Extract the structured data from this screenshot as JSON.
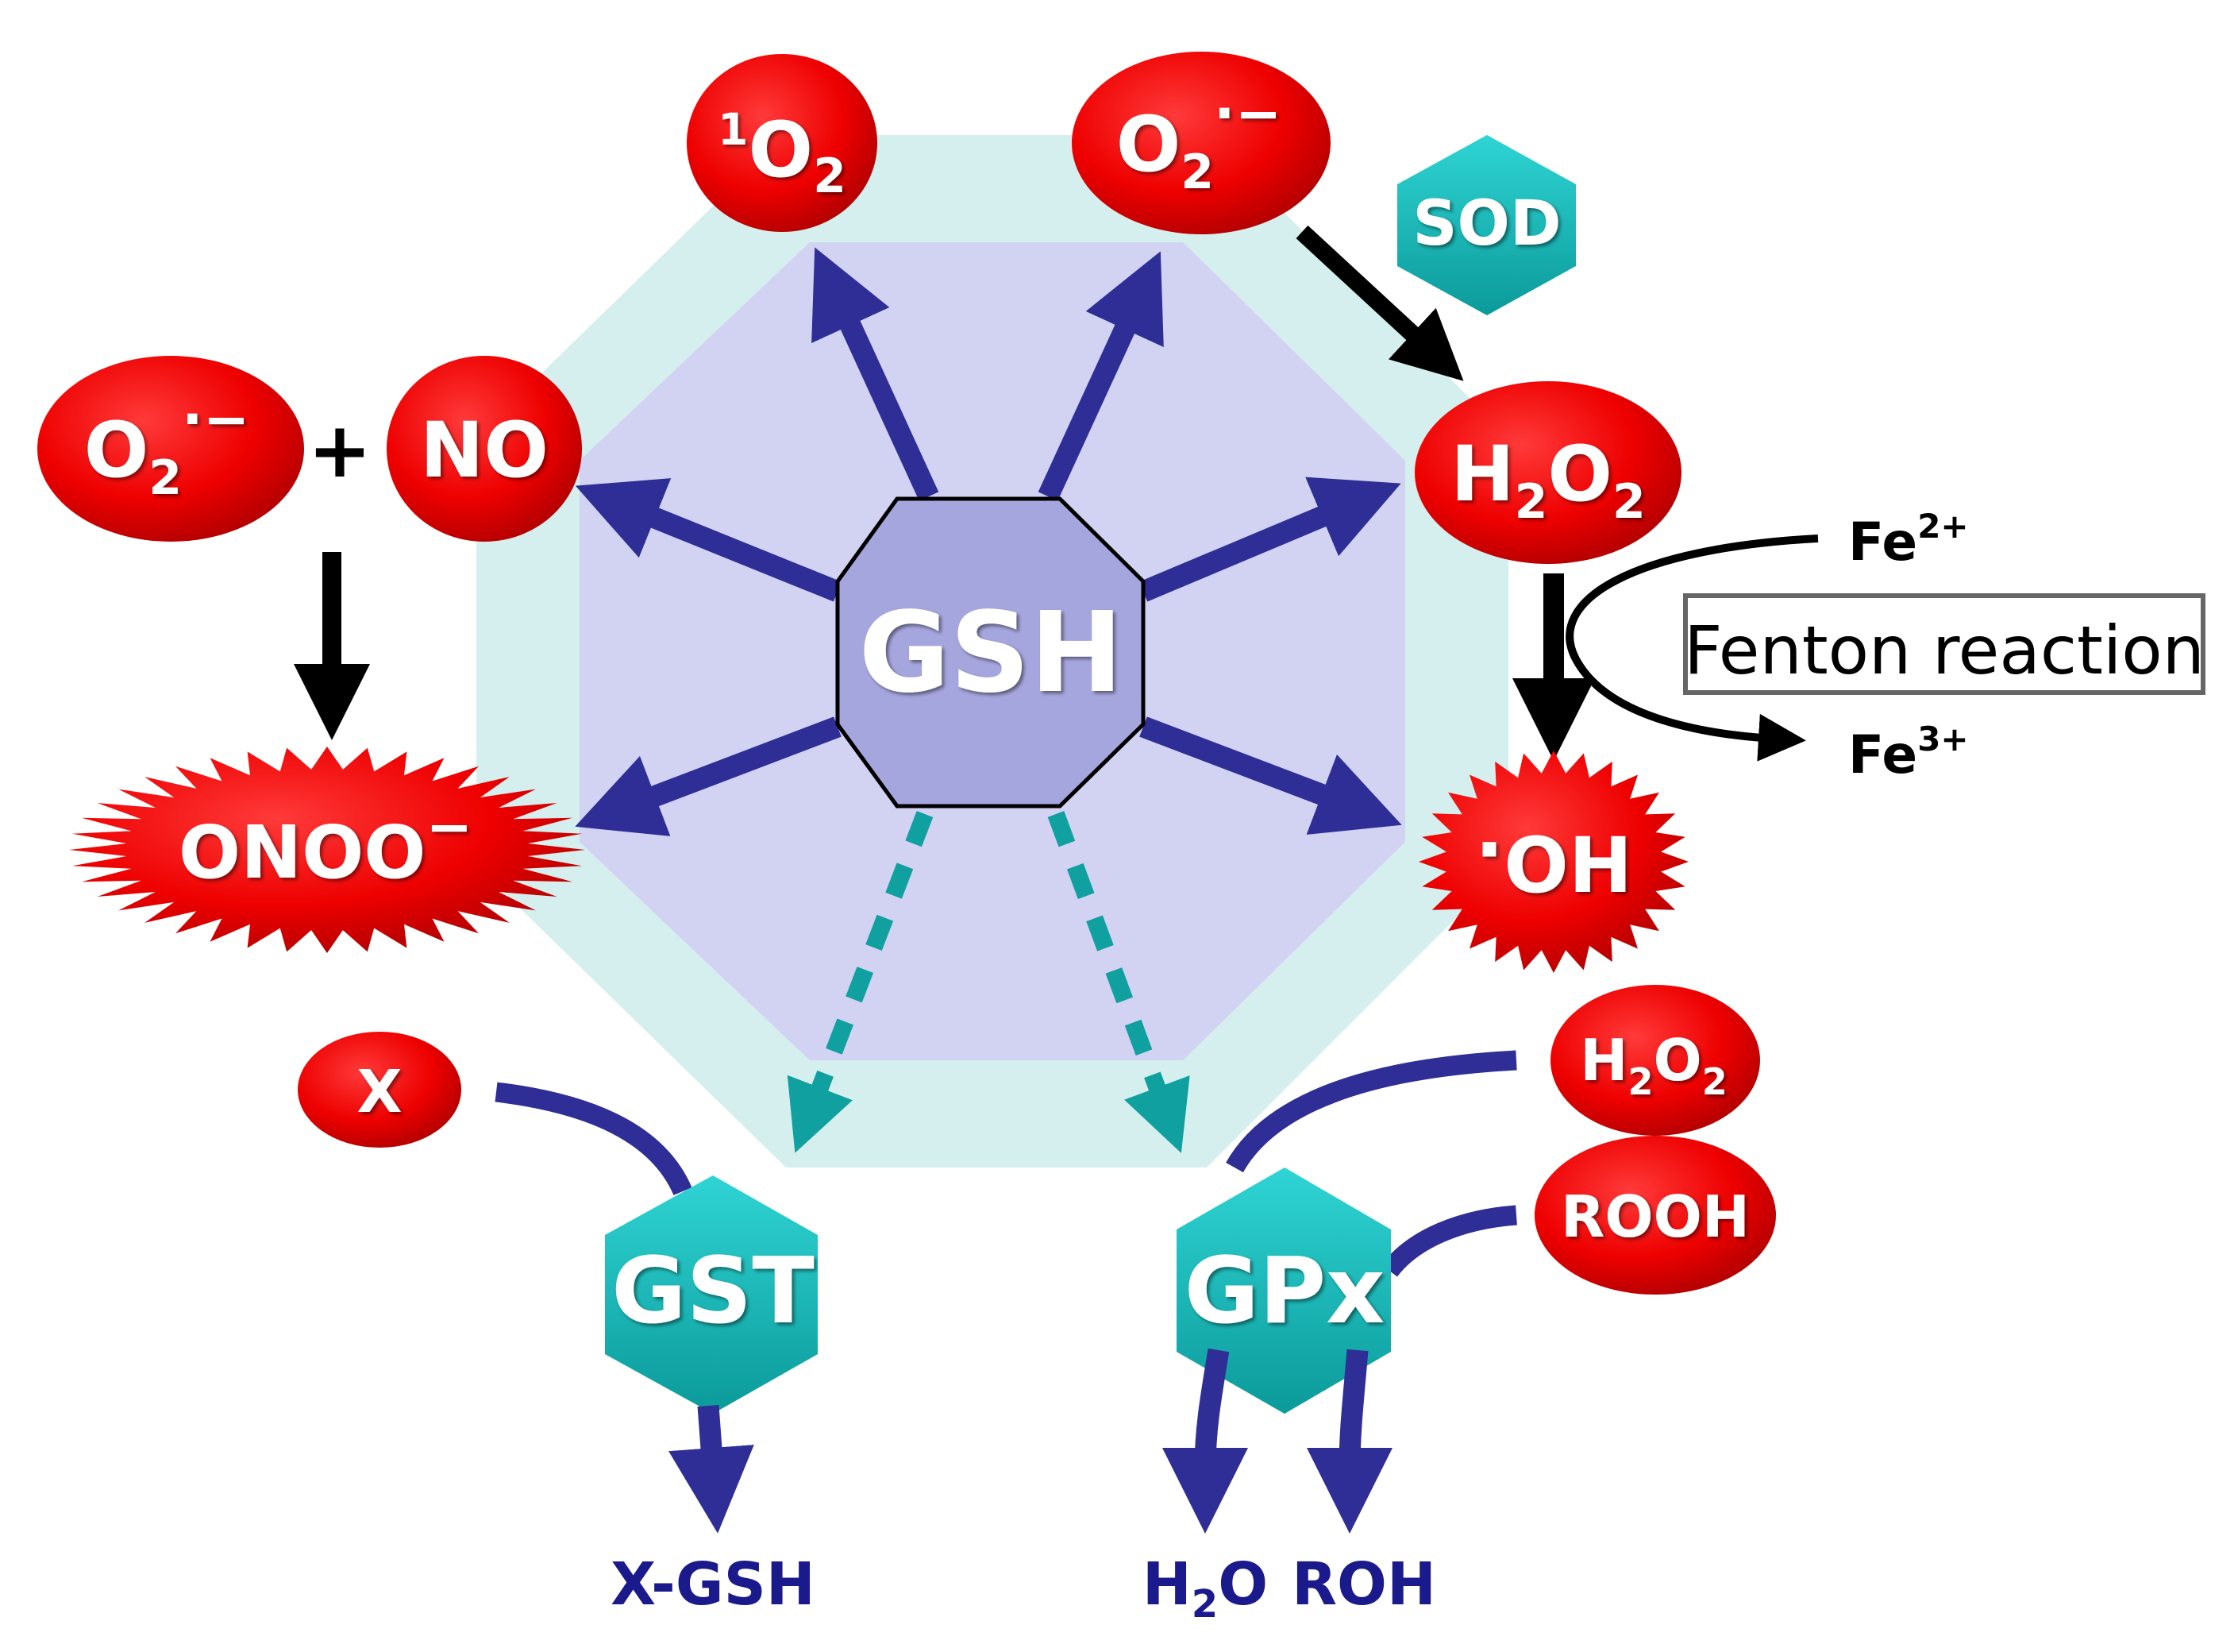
{
  "colors": {
    "outer_octagon": "#d5eeee",
    "inner_octagon": "#d2d2f2",
    "center_octagon": "#a6a6de",
    "arrow_navy": "#2e2e96",
    "arrow_teal": "#10a0a0",
    "ros_red": "#ee0000",
    "enzyme_teal": "#14b4b4",
    "product_text": "#1a1a8c"
  },
  "center": {
    "label": "GSH"
  },
  "ros": {
    "singlet_oxygen": {
      "sup": "1",
      "base": "O",
      "sub": "2"
    },
    "superoxide_top": {
      "base": "O",
      "sub": "2",
      "sup": "·−"
    },
    "peroxide_right": {
      "a": "H",
      "sub1": "2",
      "b": "O",
      "sub2": "2"
    },
    "hydroxyl": {
      "dot": "·",
      "label": "OH"
    },
    "peroxynitrite": {
      "label": "ONOO",
      "sup": "−"
    },
    "superoxide_left": {
      "base": "O",
      "sub": "2",
      "sup": "·−"
    },
    "nitric_oxide": {
      "label": "NO"
    },
    "plus": "+",
    "x_input": {
      "label": "X"
    },
    "peroxide_small": {
      "a": "H",
      "sub1": "2",
      "b": "O",
      "sub2": "2"
    },
    "rooh": {
      "label": "ROOH"
    }
  },
  "enzymes": {
    "sod": "SOD",
    "gst": "GST",
    "gpx": "GPx"
  },
  "fenton": {
    "label": "Fenton reaction",
    "fe2": {
      "base": "Fe",
      "sup": "2+"
    },
    "fe3": {
      "base": "Fe",
      "sup": "3+"
    }
  },
  "products": {
    "xgsh": "X-GSH",
    "water": {
      "a": "H",
      "sub": "2",
      "b": "O"
    },
    "roh": "ROH"
  }
}
